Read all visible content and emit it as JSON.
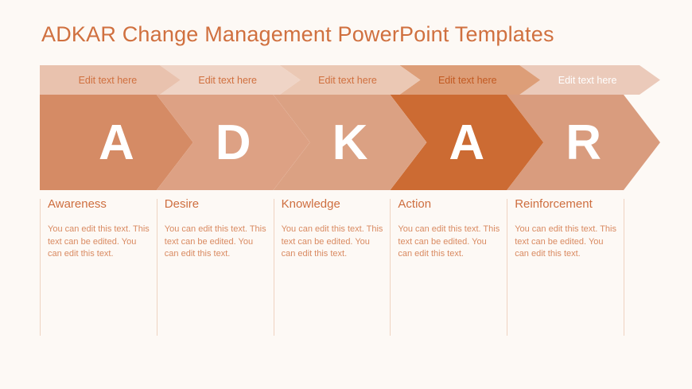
{
  "slide": {
    "title": "ADKAR Change Management PowerPoint Templates",
    "background_color": "#FDF9F5",
    "accent_color": "#D0703F"
  },
  "diagram": {
    "type": "chevron-process",
    "step_count": 5,
    "highlighted_step_index": 3,
    "ribbon_placeholder": "Edit text here",
    "body_placeholder": "You can edit this text. This text can be edited. You can edit this text.",
    "steps": [
      {
        "letter": "A",
        "heading": "Awareness",
        "ribbon_label": "Edit text here",
        "body": "You can edit this text. This text can be edited. You can edit this text.",
        "band_color": "#D58B65",
        "ribbon_color": "#E9C2AE",
        "ribbon_text_color": "#D0703F"
      },
      {
        "letter": "D",
        "heading": "Desire",
        "ribbon_label": "Edit text here",
        "body": "You can edit this text. This text can be edited. You can edit this text.",
        "band_color": "#DDA184",
        "ribbon_color": "#EFD4C6",
        "ribbon_text_color": "#D0703F"
      },
      {
        "letter": "K",
        "heading": "Knowledge",
        "ribbon_label": "Edit text here",
        "body": "You can edit this text. This text can be edited. You can edit this text.",
        "band_color": "#DBA183",
        "ribbon_color": "#EBC8B4",
        "ribbon_text_color": "#D0703F"
      },
      {
        "letter": "A",
        "heading": "Action",
        "ribbon_label": "Edit text here",
        "body": "You can edit this text. This text can be edited. You can edit this text.",
        "band_color": "#CC6B33",
        "ribbon_color": "#DD9E78",
        "ribbon_text_color": "#C25A22"
      },
      {
        "letter": "R",
        "heading": "Reinforcement",
        "ribbon_label": "Edit text here",
        "body": "You can edit this text. This text can be edited. You can edit this text.",
        "band_color": "#D99C7E",
        "ribbon_color": "#EBCABA",
        "ribbon_text_color": "#FFFFFF"
      }
    ]
  }
}
